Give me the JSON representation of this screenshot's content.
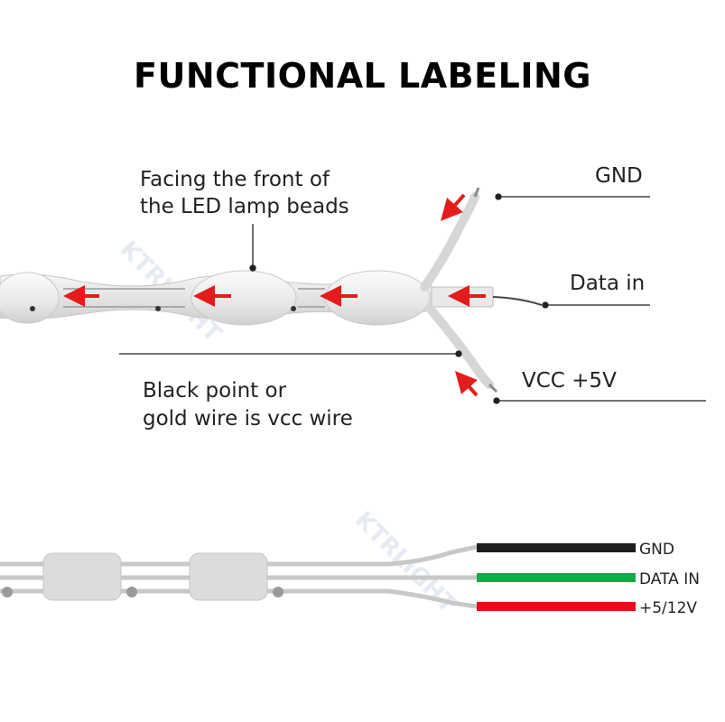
{
  "title": "FUNCTIONAL LABELING",
  "top_diagram": {
    "front_note": [
      "Facing the front of",
      "the LED lamp beads"
    ],
    "vcc_note": [
      "Black point or",
      "gold wire is vcc wire"
    ],
    "labels": {
      "gnd": "GND",
      "data_in": "Data in",
      "vcc": "VCC +5V"
    }
  },
  "bottom_diagram": {
    "wires": [
      {
        "label": "GND",
        "color": "#1e1e1e"
      },
      {
        "label": "DATA IN",
        "color": "#17a847"
      },
      {
        "label": "+5/12V",
        "color": "#e3101b"
      }
    ]
  },
  "colors": {
    "arrow": "#e31c1c",
    "strip": "#ececec",
    "label_text": "#333333"
  },
  "watermark": "KTRLIGHT"
}
